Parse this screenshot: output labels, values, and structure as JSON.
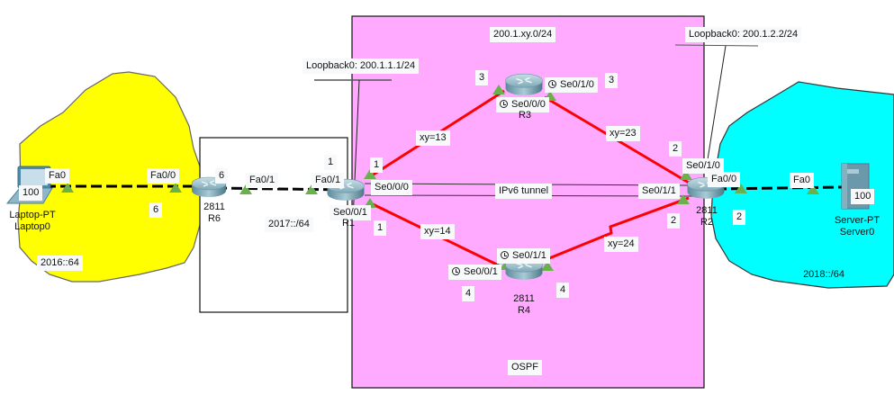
{
  "diagram": {
    "title": "Packet Tracer IPv6 tunnel topology",
    "colors": {
      "yellow_zone": "#ffff00",
      "cyan_zone": "#00ffff",
      "ospf_zone": "#ffaaff",
      "serial_link": "#ff0000",
      "ethernet_link": "#000000",
      "port_up": "#6ab04c"
    },
    "zones": {
      "left_lan": "2016::64",
      "middle_lan": "2017::/64",
      "right_lan": "2018::/64",
      "ospf_area": "OSPF",
      "ospf_network": "200.1.xy.0/24"
    },
    "devices": {
      "laptop": {
        "model": "Laptop-PT",
        "name": "Laptop0",
        "host_id": "100",
        "port": "Fa0"
      },
      "server": {
        "model": "Server-PT",
        "name": "Server0",
        "host_id": "100",
        "port": "Fa0"
      },
      "r6": {
        "model": "2811",
        "name": "R6",
        "id": "6",
        "ports": {
          "fa00": "Fa0/0",
          "fa01": "Fa0/1"
        },
        "fa00_host": "6"
      },
      "r1": {
        "name": "R1",
        "ports": {
          "fa01": "Fa0/1",
          "se000": "Se0/0/0",
          "se001": "Se0/0/1"
        },
        "fa01_host": "1",
        "se000_host": "1",
        "se001_host": "1",
        "loopback": "Loopback0: 200.1.1.1/24"
      },
      "r3": {
        "name": "R3",
        "ports": {
          "se000": "Se0/0/0",
          "se010": "Se0/1/0"
        },
        "se000_host": "3",
        "se010_host": "3"
      },
      "r4": {
        "model": "2811",
        "name": "R4",
        "ports": {
          "se001": "Se0/0/1",
          "se011": "Se0/1/1"
        },
        "se001_host": "4",
        "se011_host": "4"
      },
      "r2": {
        "model": "2811",
        "name": "R2",
        "ports": {
          "se010": "Se0/1/0",
          "se011": "Se0/1/1",
          "fa00": "Fa0/0"
        },
        "se010_host": "2",
        "se011_host": "2",
        "fa00_host": "2",
        "loopback": "Loopback0: 200.1.2.2/24"
      }
    },
    "links": {
      "r1_r3": "xy=13",
      "r3_r2": "xy=23",
      "r1_r4": "xy=14",
      "r4_r2": "xy=24",
      "tunnel": "IPv6 tunnel"
    }
  }
}
